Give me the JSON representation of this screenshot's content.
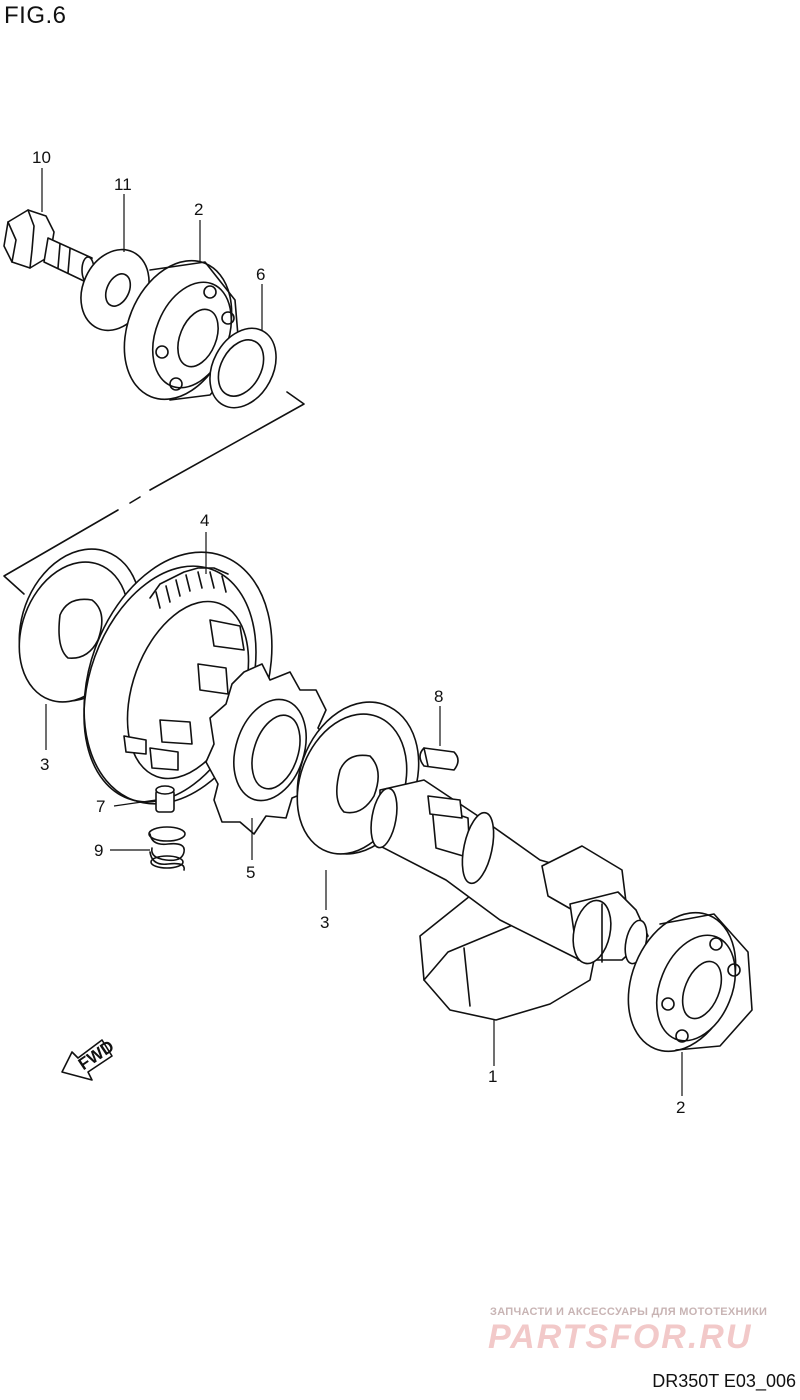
{
  "figure": {
    "title": "FIG.6",
    "code": "DR350T E03_006"
  },
  "watermark": {
    "tagline": "ЗАПЧАСТИ И АКСЕССУАРЫ ДЛЯ МОТОТЕХНИКИ",
    "logo": "PARTSFOR.RU"
  },
  "fwd_label": "FWD",
  "part_labels": {
    "p10": "10",
    "p11": "11",
    "p2_top": "2",
    "p6": "6",
    "p4": "4",
    "p3_left": "3",
    "p8": "8",
    "p7": "7",
    "p9": "9",
    "p5": "5",
    "p3_mid": "3",
    "p1": "1",
    "p2_bottom": "2"
  }
}
